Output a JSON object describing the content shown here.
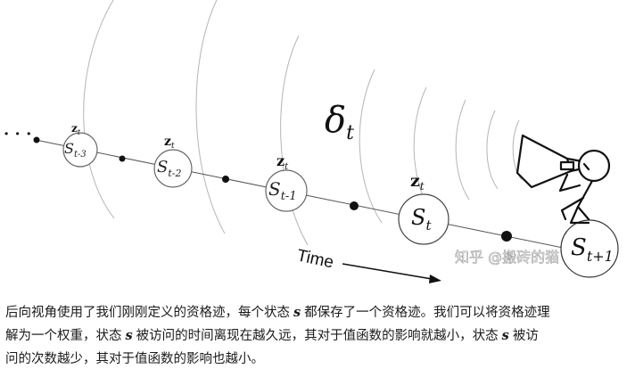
{
  "diagram": {
    "delta_label": "δ",
    "delta_sub": "t",
    "time_label": "Time",
    "ellipsis": "· · ·",
    "states": [
      {
        "z": "z",
        "z_sub": "t",
        "s": "S",
        "sub": "t-3"
      },
      {
        "z": "z",
        "z_sub": "t",
        "s": "S",
        "sub": "t-2"
      },
      {
        "z": "z",
        "z_sub": "t",
        "s": "S",
        "sub": "t-1"
      },
      {
        "z": "z",
        "z_sub": "t",
        "s": "S",
        "sub": "t"
      },
      {
        "z": "",
        "z_sub": "",
        "s": "S",
        "sub": "t+1"
      }
    ],
    "watermark": "知乎 @搬砖的猫"
  },
  "caption": {
    "line1_a": "后向视角使用了我们刚刚定义的资格迹，每个状态",
    "var_s": "s",
    "line1_b": "都保存了一个资格迹。我们可以将资格迹理",
    "line2_a": "解为一个权重，状态",
    "line2_b": "被访问的时间离现在越久远，其对于值函数的影响就越小，状态",
    "line2_c": "被访",
    "line3": "问的次数越少，其对于值函数的影响也越小。"
  }
}
